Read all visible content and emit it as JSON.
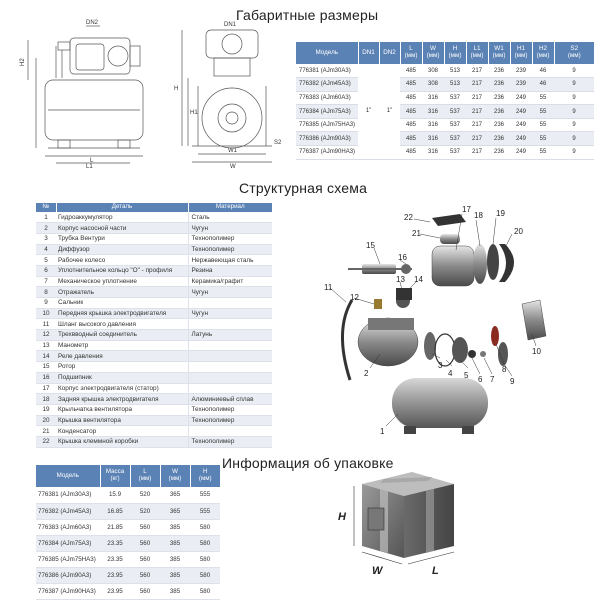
{
  "titles": {
    "dimensions": "Габаритные размеры",
    "structure": "Структурная схема",
    "packaging": "Информация об упаковке"
  },
  "drawing_labels": {
    "dn2": "DN2",
    "dn1": "DN1",
    "h2": "H2",
    "h1": "H1",
    "h": "H",
    "l": "L",
    "l1": "L1",
    "w": "W",
    "w1": "W1",
    "s2": "S2"
  },
  "dimensions_table": {
    "headers": [
      "Модель",
      "DN1",
      "DN2",
      "L\n(мм)",
      "W\n(мм)",
      "H\n(мм)",
      "L1\n(мм)",
      "W1\n(мм)",
      "H1\n(мм)",
      "H2\n(мм)",
      "S2\n(мм)"
    ],
    "dn1": "1\"",
    "dn2": "1\"",
    "rows": [
      [
        "776381 (AJm30A3)",
        "485",
        "308",
        "513",
        "217",
        "236",
        "239",
        "46",
        "9"
      ],
      [
        "776382 (AJm45A3)",
        "485",
        "308",
        "513",
        "217",
        "236",
        "239",
        "46",
        "9"
      ],
      [
        "776383 (AJm60A3)",
        "485",
        "316",
        "537",
        "217",
        "236",
        "249",
        "55",
        "9"
      ],
      [
        "776384 (AJm75A3)",
        "485",
        "316",
        "537",
        "217",
        "236",
        "249",
        "55",
        "9"
      ],
      [
        "776385 (AJm75HA3)",
        "485",
        "316",
        "537",
        "217",
        "236",
        "249",
        "55",
        "9"
      ],
      [
        "776386 (AJm90A3)",
        "485",
        "316",
        "537",
        "217",
        "236",
        "249",
        "55",
        "9"
      ],
      [
        "776387 (AJm90HA3)",
        "485",
        "316",
        "537",
        "217",
        "236",
        "249",
        "55",
        "9"
      ]
    ]
  },
  "parts_table": {
    "headers": [
      "№",
      "Деталь",
      "Материал"
    ],
    "rows": [
      [
        "1",
        "Гидроаккумулятор",
        "Сталь"
      ],
      [
        "2",
        "Корпус насосной части",
        "Чугун"
      ],
      [
        "3",
        "Трубка Вентури",
        "Технополимер"
      ],
      [
        "4",
        "Диффузор",
        "Технополимер"
      ],
      [
        "5",
        "Рабочее колесо",
        "Нержавеющая сталь"
      ],
      [
        "6",
        "Уплотнительное кольцо \"О\" - профиля",
        "Резина"
      ],
      [
        "7",
        "Механическое уплотнение",
        "Керамика/графит"
      ],
      [
        "8",
        "Отражатель",
        "Чугун"
      ],
      [
        "9",
        "Сальник",
        ""
      ],
      [
        "10",
        "Передняя крышка электродвигателя",
        "Чугун"
      ],
      [
        "11",
        "Шланг высокого давления",
        ""
      ],
      [
        "12",
        "Трехвводный соединитель",
        "Латунь"
      ],
      [
        "13",
        "Манометр",
        ""
      ],
      [
        "14",
        "Реле давления",
        ""
      ],
      [
        "15",
        "Ротор",
        ""
      ],
      [
        "16",
        "Подшипник",
        ""
      ],
      [
        "17",
        "Корпус электродвигателя (статор)",
        ""
      ],
      [
        "18",
        "Задняя крышка электродвигателя",
        "Алюминиевый сплав"
      ],
      [
        "19",
        "Крыльчатка вентилятора",
        "Технополимер"
      ],
      [
        "20",
        "Крышка вентилятора",
        "Технополимер"
      ],
      [
        "21",
        "Конденсатор",
        ""
      ],
      [
        "22",
        "Крышка клеммной коробки",
        "Технополимер"
      ]
    ]
  },
  "package_table": {
    "headers": [
      "Модель",
      "Масса\n(кг)",
      "L\n(мм)",
      "W\n(мм)",
      "H\n(мм)"
    ],
    "rows": [
      [
        "776381 (AJm30A3)",
        "15.9",
        "520",
        "365",
        "555"
      ],
      [
        "776382 (AJm45A3)",
        "16.85",
        "520",
        "365",
        "555"
      ],
      [
        "776383 (AJm60A3)",
        "21.85",
        "560",
        "385",
        "580"
      ],
      [
        "776384 (AJm75A3)",
        "23.35",
        "560",
        "385",
        "580"
      ],
      [
        "776385 (AJm75HA3)",
        "23.35",
        "560",
        "385",
        "580"
      ],
      [
        "776386 (AJm90A3)",
        "23.95",
        "560",
        "385",
        "580"
      ],
      [
        "776387 (AJm90HA3)",
        "23.95",
        "560",
        "385",
        "580"
      ]
    ]
  },
  "box_labels": {
    "h": "H",
    "w": "W",
    "l": "L"
  },
  "callouts": [
    "1",
    "2",
    "3",
    "4",
    "5",
    "6",
    "7",
    "8",
    "9",
    "10",
    "11",
    "12",
    "13",
    "14",
    "15",
    "16",
    "17",
    "18",
    "19",
    "20",
    "21",
    "22"
  ]
}
